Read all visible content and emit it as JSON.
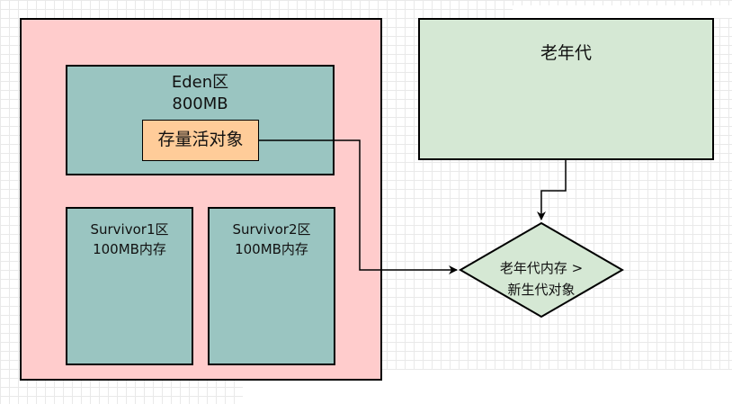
{
  "young_gen": {
    "eden": {
      "title": "Eden区",
      "size": "800MB",
      "live_objects": "存量活对象"
    },
    "survivor1": {
      "title": "Survivor1区",
      "size": "100MB内存"
    },
    "survivor2": {
      "title": "Survivor2区",
      "size": "100MB内存"
    }
  },
  "old_gen": {
    "title": "老年代"
  },
  "decision": {
    "line1": "老年代内存 >",
    "line2": "新生代对象"
  },
  "colors": {
    "young_gen_fill": "#ffcccc",
    "region_fill": "#9ac5c1",
    "live_objects_fill": "#ffcc99",
    "old_gen_fill": "#d5e8d4"
  }
}
